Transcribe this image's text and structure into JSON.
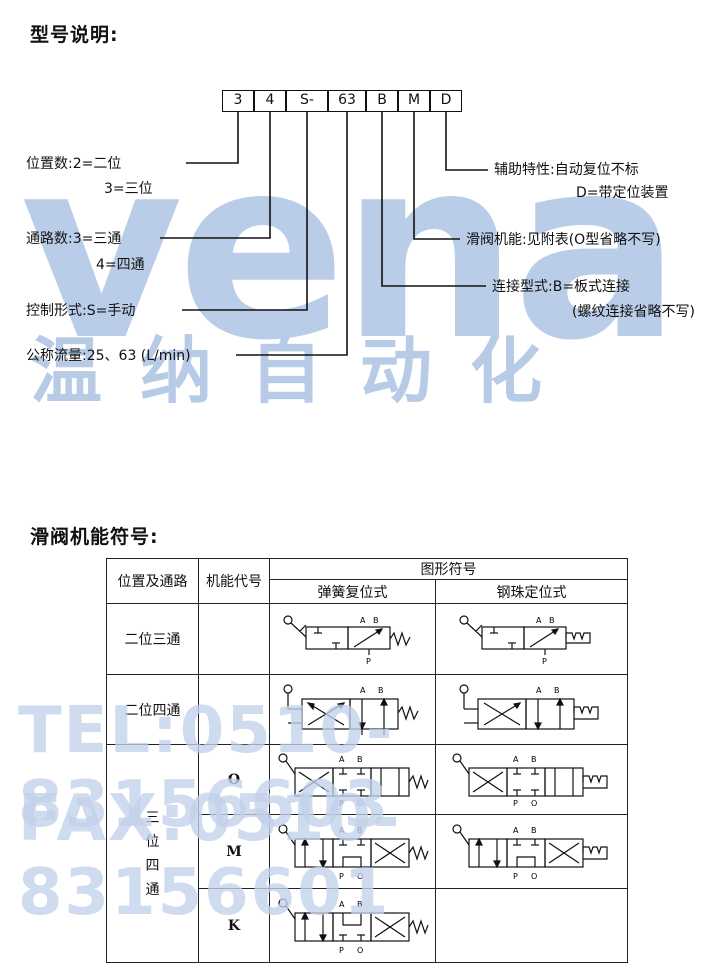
{
  "title_model": "型号说明:",
  "code": [
    "3",
    "4",
    "S-",
    "63",
    "B",
    "M",
    "D"
  ],
  "left_labels": {
    "positions_1": "位置数:2=二位",
    "positions_2": "3=三位",
    "ways_1": "通路数:3=三通",
    "ways_2": "4=四通",
    "control": "控制形式:S=手动",
    "flow": "公称流量:25、63 (L/min)"
  },
  "right_labels": {
    "aux_1": "辅助特性:自动复位不标",
    "aux_2": "D=带定位装置",
    "function": "滑阀机能:见附表(O型省略不写)",
    "conn_1": "连接型式:B=板式连接",
    "conn_2": "(螺纹连接省略不写)"
  },
  "watermark": {
    "brand": "vena",
    "brand_cn": "温纳自动化",
    "tel": "TEL:0510-83156603",
    "fax": "FAX:0510-83156601"
  },
  "title_function": "滑阀机能符号:",
  "table": {
    "col_position": "位置及通路",
    "col_code": "机能代号",
    "col_symbol": "图形符号",
    "col_spring": "弹簧复位式",
    "col_detent": "钢珠定位式",
    "rows": {
      "r1": "二位三通",
      "r2": "二位四通",
      "r3_chars": [
        "三",
        "位",
        "四",
        "通"
      ],
      "code_o": "O",
      "code_m": "M",
      "code_k": "K"
    }
  },
  "port_labels": {
    "a": "A",
    "b": "B",
    "p": "P",
    "o": "O"
  }
}
